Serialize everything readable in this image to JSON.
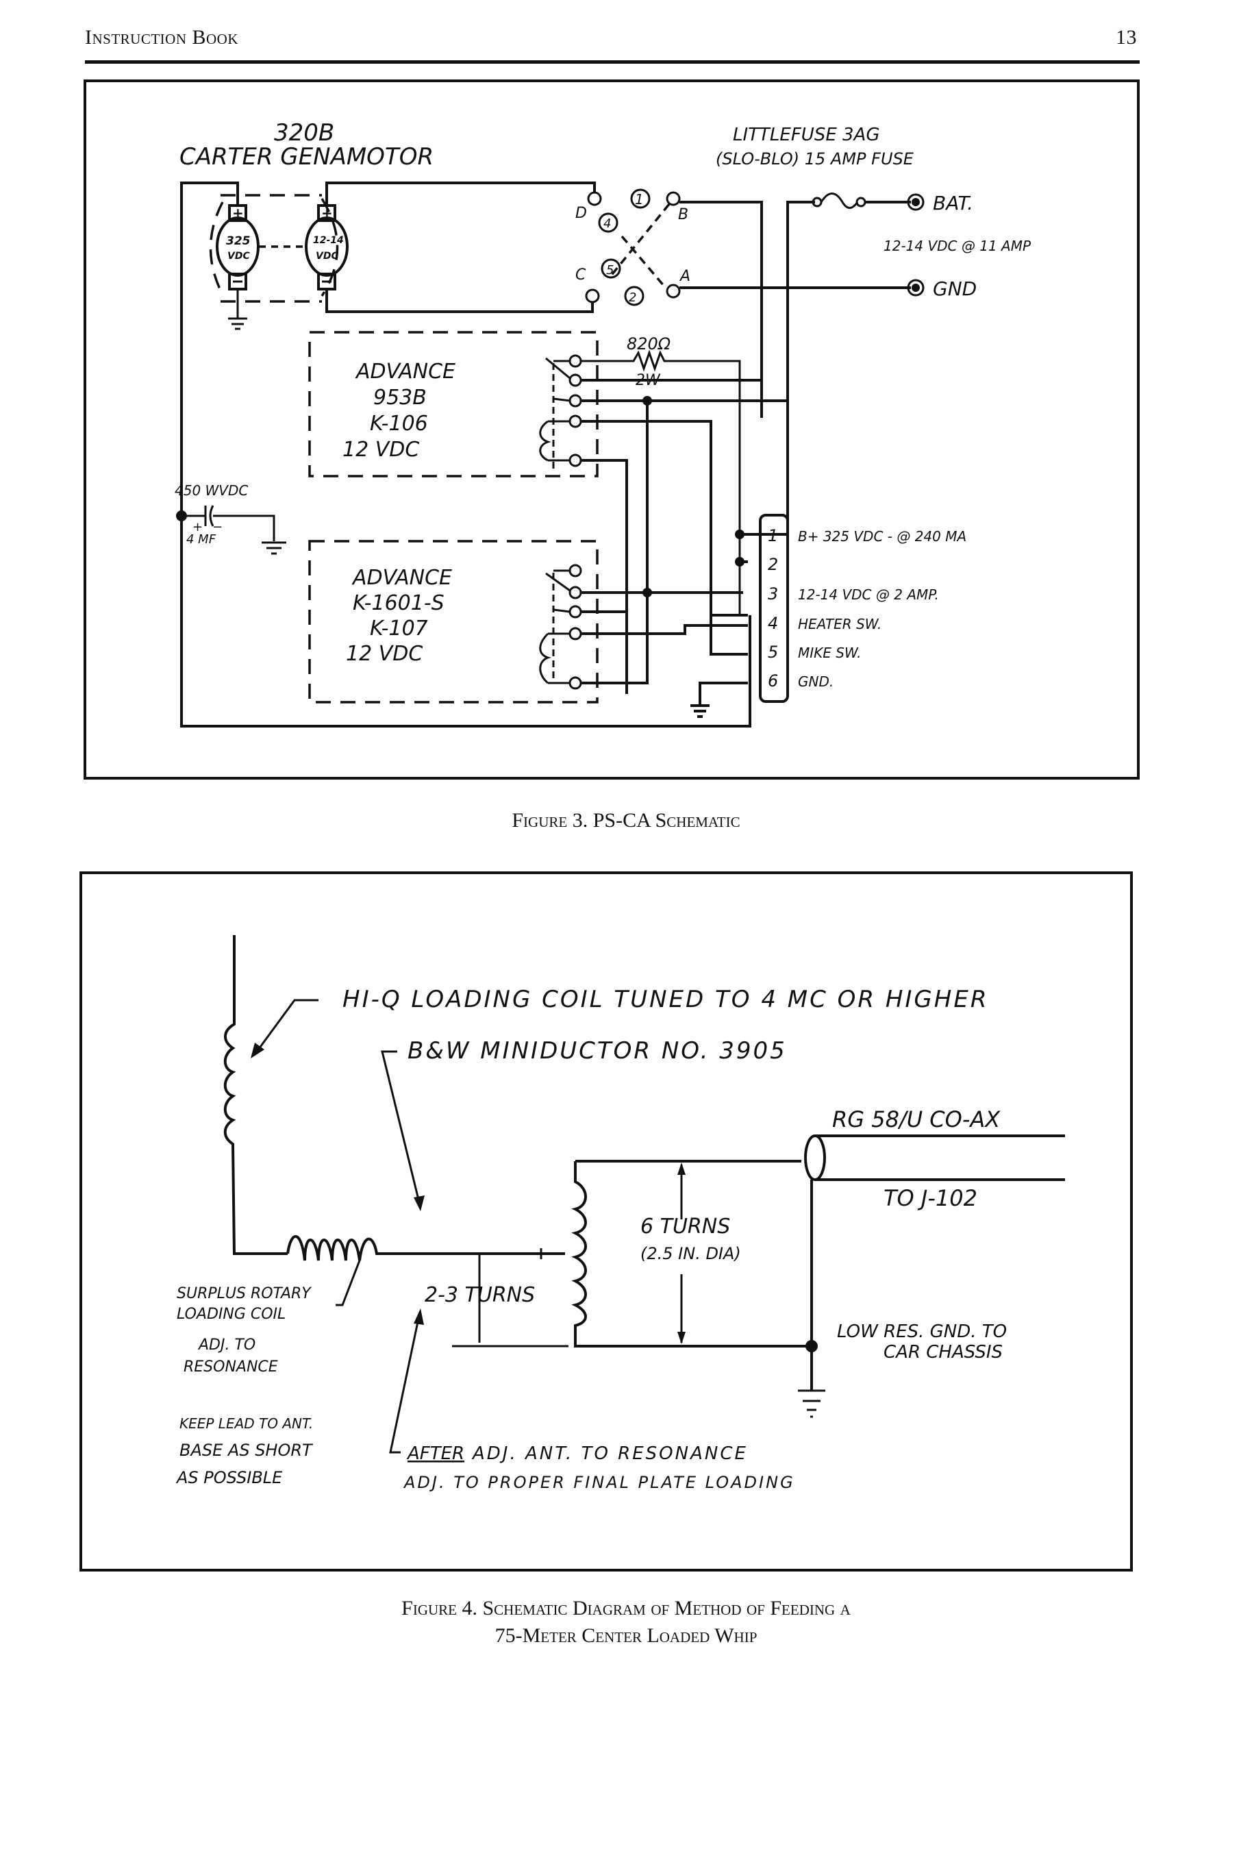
{
  "header": {
    "title": "Instruction Book",
    "page_number": "13"
  },
  "figure3": {
    "caption": "Figure 3. PS-CA Schematic",
    "genamotor": {
      "model": "320B",
      "name": "CARTER GENAMOTOR",
      "high_voltage": "325",
      "high_unit": "VDC",
      "low_voltage": "12-14",
      "low_unit": "VDC"
    },
    "fuse": {
      "line1": "LITTLEFUSE 3AG",
      "line2": "(SLO-BLO) 15 AMP FUSE"
    },
    "battery": {
      "bat_label": "BAT.",
      "gnd_label": "GND",
      "rating": "12-14 VDC @ 11 AMP"
    },
    "switch_terminals": {
      "d": "D",
      "b": "B",
      "c": "C",
      "a": "A",
      "n1": "1",
      "n2": "2",
      "n4": "4",
      "n5": "5"
    },
    "resistor": {
      "value": "820Ω",
      "power": "2W"
    },
    "capacitor": {
      "voltage": "450 WVDC",
      "value": "4 MF"
    },
    "relay1": {
      "lines": [
        "ADVANCE",
        "953B",
        "K-106",
        "12 VDC"
      ]
    },
    "relay2": {
      "lines": [
        "ADVANCE",
        "K-1601-S",
        "K-107",
        "12 VDC"
      ]
    },
    "connector": {
      "pins": [
        {
          "num": "1",
          "label": "B+ 325 VDC - @ 240 MA"
        },
        {
          "num": "2",
          "label": ""
        },
        {
          "num": "3",
          "label": "12-14 VDC @ 2 AMP."
        },
        {
          "num": "4",
          "label": "HEATER SW."
        },
        {
          "num": "5",
          "label": "MIKE SW."
        },
        {
          "num": "6",
          "label": "GND."
        }
      ]
    }
  },
  "figure4": {
    "caption_line1": "Figure 4. Schematic Diagram of Method of Feeding a",
    "caption_line2": "75-Meter Center Loaded Whip",
    "hiq_coil": "HI-Q LOADING COIL TUNED TO 4 MC OR HIGHER",
    "miniductor": "B&W MINIDUCTOR NO. 3905",
    "coax": "RG 58/U CO-AX",
    "to_j102": "TO J-102",
    "six_turns": "6 TURNS",
    "dia": "(2.5 IN. DIA)",
    "two_three_turns": "2-3 TURNS",
    "surplus_line1": "SURPLUS ROTARY",
    "surplus_line2": "LOADING COIL",
    "adj_line1": "ADJ. TO",
    "adj_line2": "RESONANCE",
    "low_res_line1": "LOW RES. GND. TO",
    "low_res_line2": "CAR CHASSIS",
    "keep_line1": "KEEP LEAD TO ANT.",
    "keep_line2": "BASE AS SHORT",
    "keep_line3": "AS POSSIBLE",
    "after_word": "AFTER",
    "after_rest": "ADJ. ANT. TO RESONANCE",
    "proper_loading": "ADJ. TO PROPER FINAL PLATE LOADING"
  }
}
